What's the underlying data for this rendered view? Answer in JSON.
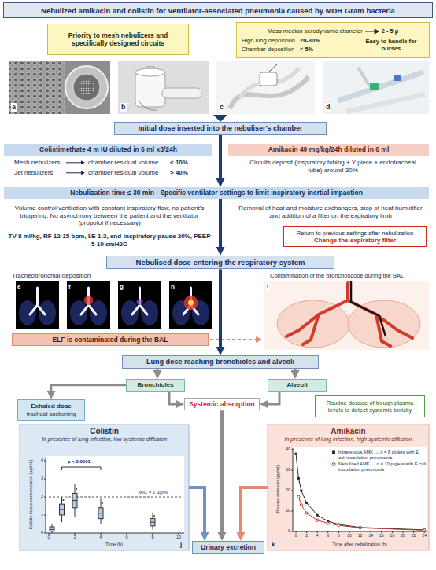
{
  "diagram": {
    "title": "Nebulized amikacin and colistin for ventilator-associated pneumonia caused by MDR Gram bacteria",
    "nodes": [
      {
        "text": [
          "Priority to mesh nebulizers and specifically designed circuits"
        ]
      },
      {
        "text": [
          "Mass median aerodynamic diameter",
          "2 - 5 µ",
          "High lung deposition",
          "20-30%",
          "Chamber deposition",
          "< 5%",
          "Easy to handle for nurses"
        ]
      },
      {
        "text": [
          "Initial dose inserted into the nebuliser's chamber"
        ]
      },
      {
        "text": [
          "Colistimethate 4 m IU diluted in 6 ml x3/24h"
        ]
      },
      {
        "text": [
          "Amikacin 40 mg/kg/24h diluted in 6 ml"
        ]
      },
      {
        "text": [
          "Nebulization time ≤ 30 min - Specific ventilator settings to limit inspiratory inertial impaction"
        ]
      },
      {
        "text": [
          "Return to previous settings after nebulization",
          "Change the expiratory filter"
        ]
      },
      {
        "text": [
          "Nebulised dose entering the respiratory system"
        ]
      },
      {
        "text": [
          "ELF is contaminated during the BAL"
        ]
      },
      {
        "text": [
          "Lung dose reaching bronchioles and alveoli"
        ]
      },
      {
        "text": [
          "Bronchioles"
        ]
      },
      {
        "text": [
          "Alveoli"
        ]
      },
      {
        "text": [
          "Exhaled dose",
          "tracheal suctioning"
        ]
      },
      {
        "text": [
          "Systemic absorption"
        ]
      },
      {
        "text": [
          "Routine dosage of trough plasma levels to detect systemic toxicity"
        ]
      },
      {
        "text": [
          "Colistin",
          "In presence of lung infection, low systemic diffusion"
        ]
      },
      {
        "text": [
          "Amikacin",
          "In presence of lung infection, high systemic diffusion"
        ]
      },
      {
        "text": [
          "Urinary excretion"
        ]
      }
    ],
    "edges": [
      {
        "from": 2,
        "to": 5,
        "arrow": "to"
      },
      {
        "from": 5,
        "to": 7,
        "arrow": "to"
      },
      {
        "from": 7,
        "to": 9,
        "arrow": "to"
      },
      {
        "from": 9,
        "to": 10,
        "arrow": "to"
      },
      {
        "from": 9,
        "to": 11,
        "arrow": "to"
      },
      {
        "from": 10,
        "to": 12,
        "arrow": "to"
      },
      {
        "from": 10,
        "to": 13,
        "arrow": "to"
      },
      {
        "from": 11,
        "to": 13,
        "arrow": "to"
      },
      {
        "from": 13,
        "to": 17,
        "arrow": "to"
      },
      {
        "from": 15,
        "to": 17,
        "arrow": "to"
      },
      {
        "from": 16,
        "to": 17,
        "arrow": "to"
      }
    ],
    "labels": [
      "a",
      "b",
      "c",
      "d",
      "Mesh nebulizers",
      "chamber residual volume",
      "< 10%",
      "Jet nebulizers",
      "chamber residual volume",
      "> 40%",
      "Circuits deposit (inspiratory tubing + Y piece + endotracheal tube) around 30%",
      "Volume control ventilation with constant inspiratory flow, no patient's triggering. No asynchrony between the patient and the ventilator (propofol if necessary)",
      "TV 8 ml/kg, RF 12-15 bpm, I/E 1:2, end-inspiratory pause 20%, PEEP 5-10 cmH2O",
      "Removal of heat and moisture exchangers, stop of heat humidifier and addition of a filter on the expiratory limb",
      "Tracheobronchial deposition",
      "e",
      "f",
      "g",
      "h",
      "i",
      "Contamination of the bronchoscope during the BAL",
      "j",
      "k",
      "p < 0.0001",
      "MIC = 2 µg/ml",
      "Colistin tissue concentration (µg/mL)",
      "Time (h)",
      "0",
      "2",
      "4",
      "6",
      "8",
      "10",
      "0",
      "1",
      "2",
      "3",
      "4",
      "Plasma amikacin (µg/ml)",
      "Time after nebulization (h)",
      "0",
      "2",
      "4",
      "6",
      "8",
      "10",
      "12",
      "14",
      "16",
      "18",
      "20",
      "22",
      "24",
      "0",
      "10",
      "20",
      "30",
      "40"
    ],
    "legend": [
      {
        "text": "Intravenous AMK → n = 8 piglets with E coli inoculation pneumonia"
      },
      {
        "text": "Nebulized AMK → n = 10 piglets with E coli inoculation pneumonia"
      }
    ]
  }
}
